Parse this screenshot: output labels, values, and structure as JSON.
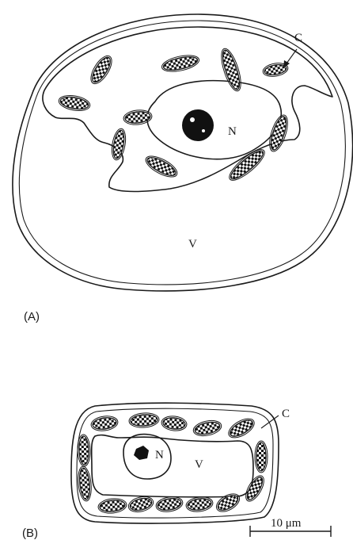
{
  "panel_a": {
    "label": "(A)",
    "nucleus_label": "N",
    "vacuole_label": "V",
    "chloroplast_label": "C"
  },
  "panel_b": {
    "label": "(B)",
    "nucleus_label": "N",
    "vacuole_label": "V",
    "chloroplast_label": "C"
  },
  "scale_bar": {
    "label": "10 μm"
  },
  "colors": {
    "ink": "#1a1a1a",
    "background": "#ffffff"
  }
}
